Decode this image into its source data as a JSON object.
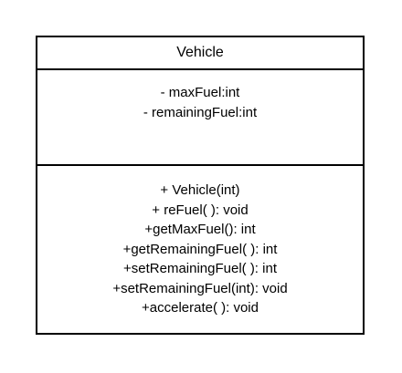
{
  "class_box": {
    "name": "Vehicle",
    "attributes": [
      "- maxFuel:int",
      "- remainingFuel:int"
    ],
    "methods": [
      "+ Vehicle(int)",
      "+ reFuel( ): void",
      "+getMaxFuel(): int",
      "+getRemainingFuel( ): int",
      "+setRemainingFuel( ): int",
      "+setRemainingFuel(int): void",
      "+accelerate( ): void"
    ]
  }
}
